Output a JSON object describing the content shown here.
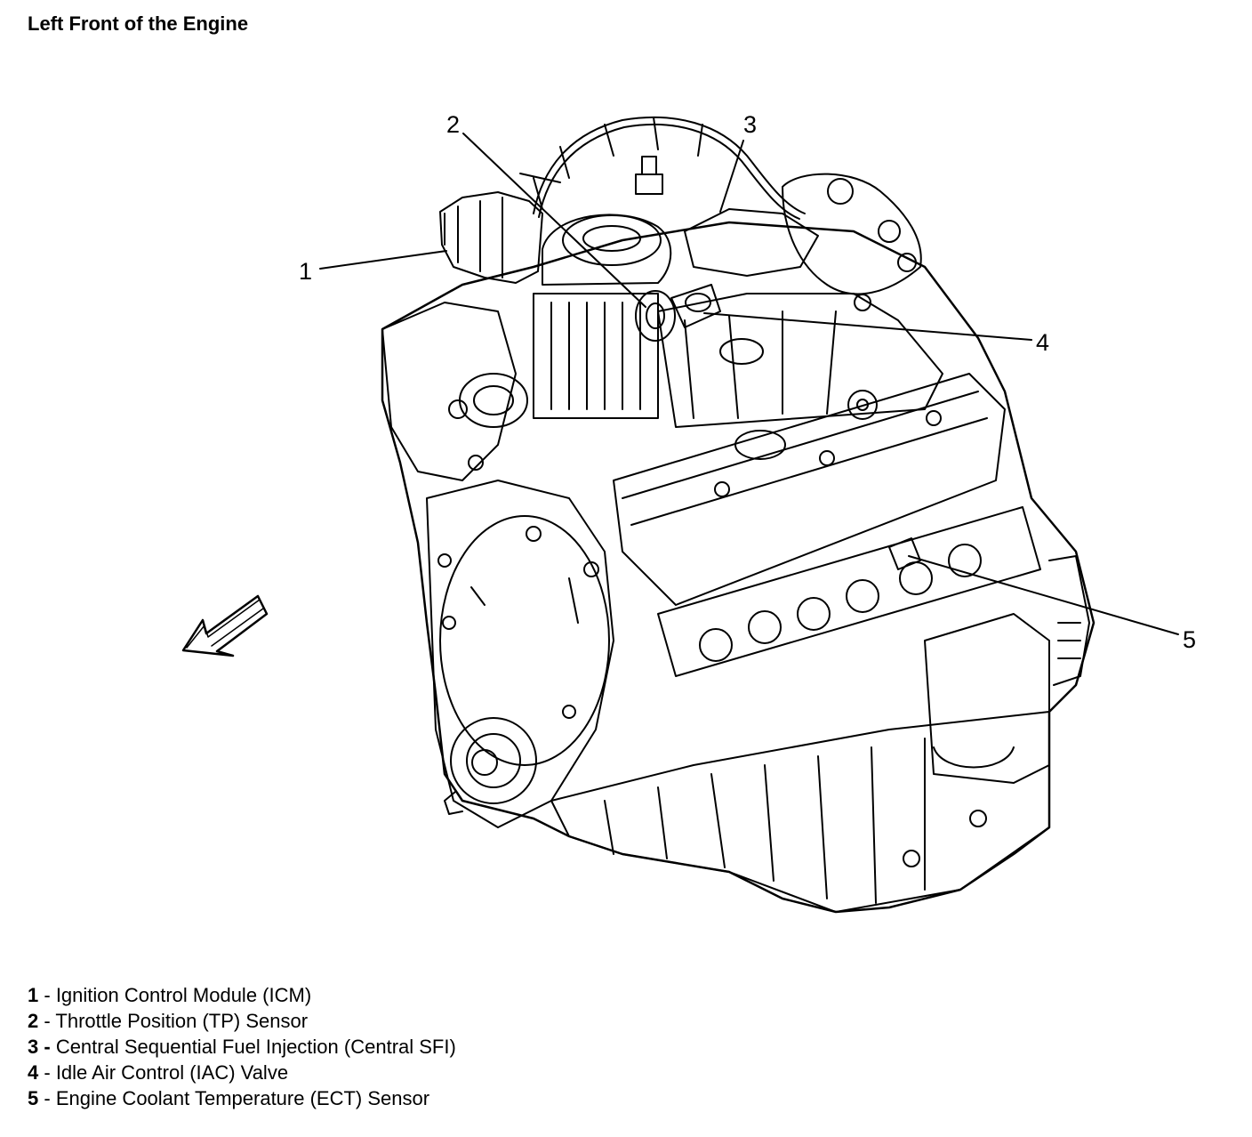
{
  "title": "Left Front of the Engine",
  "callouts": [
    {
      "number": "1"
    },
    {
      "number": "2"
    },
    {
      "number": "3"
    },
    {
      "number": "4"
    },
    {
      "number": "5"
    }
  ],
  "legend": [
    {
      "number": "1",
      "separator": " - ",
      "text": "Ignition Control Module (ICM)"
    },
    {
      "number": "2",
      "separator": " - ",
      "text": "Throttle Position (TP) Sensor"
    },
    {
      "number": "3",
      "separator": " - ",
      "text": "Central Sequential Fuel Injection (Central SFI)"
    },
    {
      "number": "4",
      "separator": " - ",
      "text": "Idle Air Control (IAC) Valve"
    },
    {
      "number": "5",
      "separator": " - ",
      "text": "Engine Coolant Temperature (ECT) Sensor"
    }
  ],
  "icons": {
    "direction_arrow": "front-direction-arrow-icon"
  }
}
